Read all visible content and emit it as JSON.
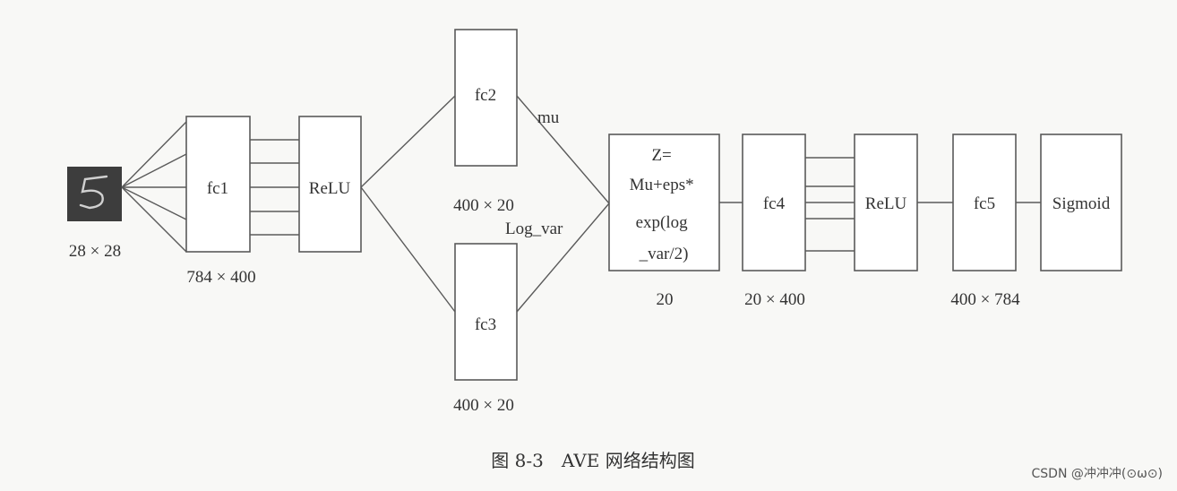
{
  "diagram": {
    "input": {
      "size_label": "28 × 28",
      "image": "handwritten-digit-5-thumbnail"
    },
    "nodes": {
      "fc1": "fc1",
      "relu1": "ReLU",
      "fc2": "fc2",
      "fc3": "fc3",
      "z_lines": [
        "Z=",
        "Mu+eps*",
        "exp(log",
        "_var/2)"
      ],
      "fc4": "fc4",
      "relu2": "ReLU",
      "fc5": "fc5",
      "sigmoid": "Sigmoid"
    },
    "edge_labels": {
      "mu": "mu",
      "log_var": "Log_var"
    },
    "dims": {
      "fc1": "784 × 400",
      "fc2": "400 × 20",
      "fc3": "400 × 20",
      "z": "20",
      "fc4": "20 × 400",
      "fc5": "400 × 784"
    },
    "caption": "图 8-3　AVE 网络结构图",
    "watermark": "CSDN @冲冲冲(⊙ω⊙)"
  },
  "colors": {
    "background": "#f8f8f6",
    "stroke": "#5a5a5a",
    "thumbnail": "#3d3d3d"
  }
}
